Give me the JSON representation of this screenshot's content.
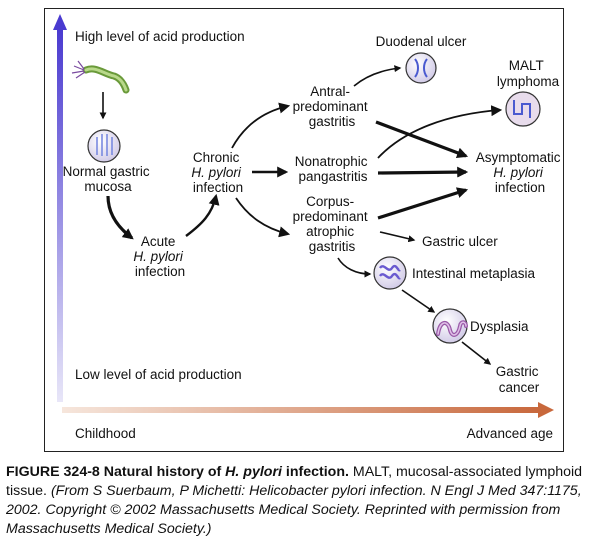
{
  "axes": {
    "y_top": "High level of acid production",
    "y_bottom": "Low level of acid production",
    "x_left": "Childhood",
    "x_right": "Advanced age"
  },
  "nodes": {
    "normal_mucosa": [
      "Normal gastric",
      "mucosa"
    ],
    "acute": [
      "Acute",
      "H. pylori",
      "infection"
    ],
    "chronic": [
      "Chronic",
      "H. pylori",
      "infection"
    ],
    "antral": [
      "Antral-",
      "predominant",
      "gastritis"
    ],
    "nonatrophic": [
      "Nonatrophic",
      "pangastritis"
    ],
    "corpus": [
      "Corpus-",
      "predominant",
      "atrophic",
      "gastritis"
    ],
    "duodenal_ulcer": "Duodenal ulcer",
    "malt": [
      "MALT",
      "lymphoma"
    ],
    "asymptomatic": [
      "Asymptomatic",
      "H. pylori",
      "infection"
    ],
    "gastric_ulcer": "Gastric ulcer",
    "intestinal_metaplasia": "Intestinal metaplasia",
    "dysplasia": "Dysplasia",
    "gastric_cancer": [
      "Gastric",
      "cancer"
    ]
  },
  "caption": {
    "label": "FIGURE 324-8 Natural history of ",
    "label_italic": "H. pylori",
    "label_end": " infection.",
    "text": " MALT, mucosal-associated lymphoid tissue. ",
    "source": "(From S Suerbaum, P Michetti: Helicobacter pylori infection. N Engl J Med 347:1175, 2002. Copyright © 2002 Massachusetts Medical Society. Reprinted with permission from Massachusetts Medical Society.)"
  },
  "colors": {
    "y_axis_top": "#4a3ad0",
    "y_axis_bottom": "#e8e6f8",
    "x_axis_left": "#f6e6dc",
    "x_axis_right": "#c8683c",
    "cell_fill": "#e4e0f2",
    "cell_line": "#5a6ad8"
  }
}
